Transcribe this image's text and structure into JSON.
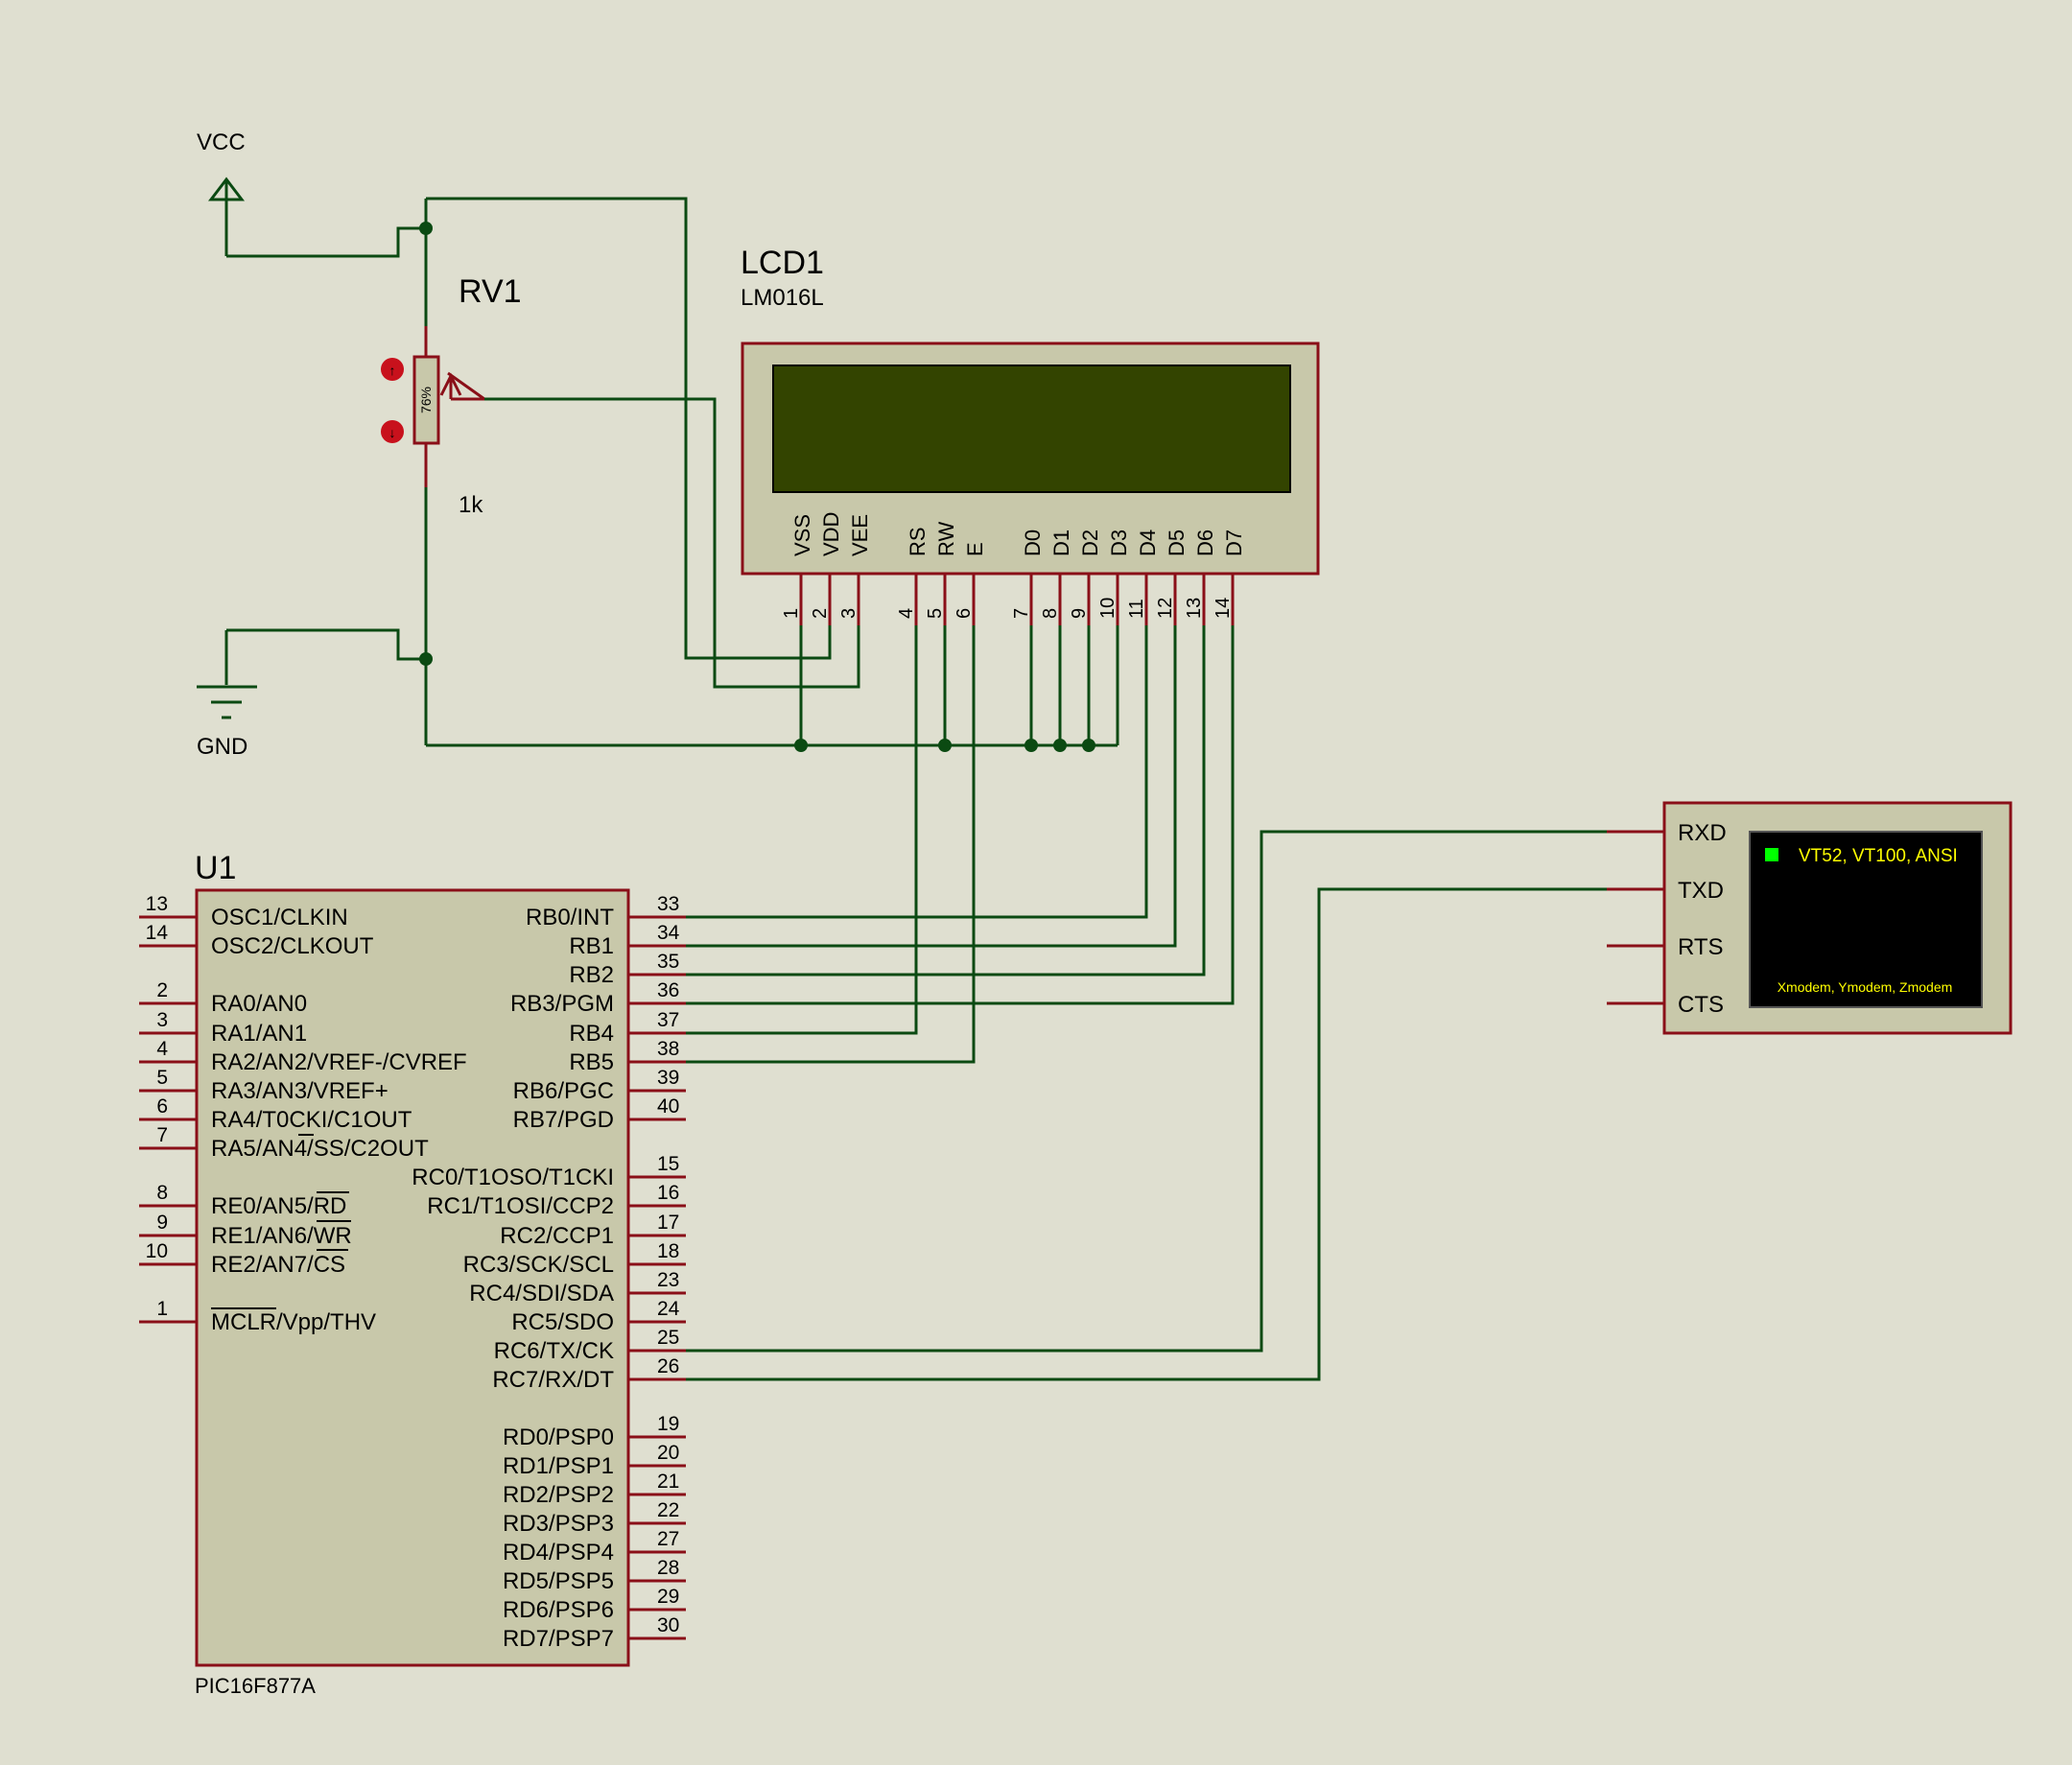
{
  "power": {
    "vcc_label": "VCC",
    "gnd_label": "GND"
  },
  "pot": {
    "ref": "RV1",
    "value": "1k",
    "wiper_percent": "76%",
    "pin_a": "↑",
    "pin_b": "↓"
  },
  "lcd": {
    "ref": "LCD1",
    "part": "LM016L",
    "screen_color": "#334400",
    "pins": [
      {
        "name": "VSS",
        "num": "1"
      },
      {
        "name": "VDD",
        "num": "2"
      },
      {
        "name": "VEE",
        "num": "3"
      },
      {
        "name": "RS",
        "num": "4"
      },
      {
        "name": "RW",
        "num": "5"
      },
      {
        "name": "E",
        "num": "6"
      },
      {
        "name": "D0",
        "num": "7"
      },
      {
        "name": "D1",
        "num": "8"
      },
      {
        "name": "D2",
        "num": "9"
      },
      {
        "name": "D3",
        "num": "10"
      },
      {
        "name": "D4",
        "num": "11"
      },
      {
        "name": "D5",
        "num": "12"
      },
      {
        "name": "D6",
        "num": "13"
      },
      {
        "name": "D7",
        "num": "14"
      }
    ]
  },
  "mcu": {
    "ref": "U1",
    "part": "PIC16F877A",
    "left_pins": [
      {
        "num": "13",
        "name": "OSC1/CLKIN"
      },
      {
        "num": "14",
        "name": "OSC2/CLKOUT"
      },
      {
        "num": "2",
        "name": "RA0/AN0"
      },
      {
        "num": "3",
        "name": "RA1/AN1"
      },
      {
        "num": "4",
        "name": "RA2/AN2/VREF-/CVREF"
      },
      {
        "num": "5",
        "name": "RA3/AN3/VREF+"
      },
      {
        "num": "6",
        "name": "RA4/T0CKI/C1OUT"
      },
      {
        "num": "7",
        "name": "RA5/AN4/SS/C2OUT"
      },
      {
        "num": "8",
        "name": "RE0/AN5/RD"
      },
      {
        "num": "9",
        "name": "RE1/AN6/WR"
      },
      {
        "num": "10",
        "name": "RE2/AN7/CS"
      },
      {
        "num": "1",
        "name": "MCLR/Vpp/THV"
      }
    ],
    "right_pins": [
      {
        "num": "33",
        "name": "RB0/INT"
      },
      {
        "num": "34",
        "name": "RB1"
      },
      {
        "num": "35",
        "name": "RB2"
      },
      {
        "num": "36",
        "name": "RB3/PGM"
      },
      {
        "num": "37",
        "name": "RB4"
      },
      {
        "num": "38",
        "name": "RB5"
      },
      {
        "num": "39",
        "name": "RB6/PGC"
      },
      {
        "num": "40",
        "name": "RB7/PGD"
      },
      {
        "num": "15",
        "name": "RC0/T1OSO/T1CKI"
      },
      {
        "num": "16",
        "name": "RC1/T1OSI/CCP2"
      },
      {
        "num": "17",
        "name": "RC2/CCP1"
      },
      {
        "num": "18",
        "name": "RC3/SCK/SCL"
      },
      {
        "num": "23",
        "name": "RC4/SDI/SDA"
      },
      {
        "num": "24",
        "name": "RC5/SDO"
      },
      {
        "num": "25",
        "name": "RC6/TX/CK"
      },
      {
        "num": "26",
        "name": "RC7/RX/DT"
      },
      {
        "num": "19",
        "name": "RD0/PSP0"
      },
      {
        "num": "20",
        "name": "RD1/PSP1"
      },
      {
        "num": "21",
        "name": "RD2/PSP2"
      },
      {
        "num": "22",
        "name": "RD3/PSP3"
      },
      {
        "num": "27",
        "name": "RD4/PSP4"
      },
      {
        "num": "28",
        "name": "RD5/PSP5"
      },
      {
        "num": "29",
        "name": "RD6/PSP6"
      },
      {
        "num": "30",
        "name": "RD7/PSP7"
      }
    ]
  },
  "terminal": {
    "pins": [
      "RXD",
      "TXD",
      "RTS",
      "CTS"
    ],
    "line1": "VT52, VT100, ANSI",
    "line2": "Xmodem, Ymodem, Zmodem",
    "screen_color": "#000000",
    "text_color": "#ffff00",
    "cursor_color": "#00ff00"
  },
  "colors": {
    "background": "#dfdfd0",
    "wire": "#0b4a12",
    "pin": "#8a0f18",
    "component_body": "#c8c8aa"
  }
}
